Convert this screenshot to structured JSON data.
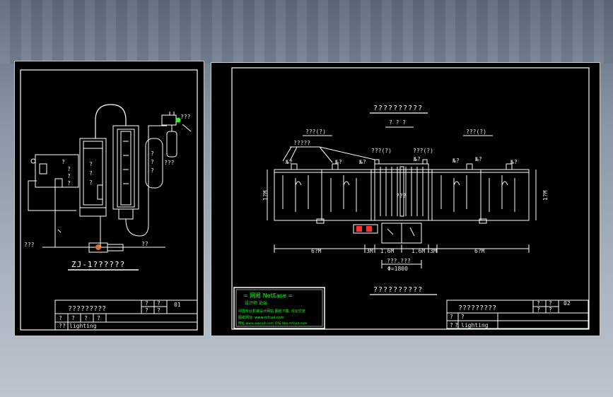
{
  "sheet1": {
    "title": "ZJ-1??????",
    "labels": {
      "top_right": "???",
      "tank_right": "???",
      "left_bottom": "???",
      "right_bottom": "??",
      "col1": "?",
      "col2": "?",
      "col3": "?",
      "col4": "?"
    },
    "titleblock": {
      "name": "?????????",
      "cell_a": "?",
      "cell_b": "?",
      "cell_c": "?",
      "cell_d": "?",
      "sheet_no": "01",
      "row2_a": "?",
      "row2_b": "?",
      "row2_c": "?",
      "row2_d": "?",
      "row3_a": "?",
      "row3_b": "?",
      "row3_c": "lighting"
    }
  },
  "sheet2": {
    "title_top": "??????????",
    "subtitle": "? ? ?",
    "left_label": "???(?)",
    "right_label": "???(?)",
    "callout": "?????",
    "tags": [
      "???(?)",
      "???(?)",
      "№?",
      "№?",
      "№?",
      "№?",
      "№?",
      "№?",
      "№?"
    ],
    "dim_height": "1?M",
    "dim_left": "6?M",
    "dim_right": "6?M",
    "dim_center_l": "1.6M",
    "dim_center_r": "1.6M",
    "dim_small_l": "3M",
    "dim_small_r": "3M",
    "dim_total_label": "???.???",
    "dim_total_value": "Φ=1800",
    "center_text": "???",
    "title_bottom": "??????????",
    "titleblock": {
      "name": "?????????",
      "cell_a": "?",
      "cell_b": "?",
      "cell_c": "?",
      "cell_d": "?",
      "sheet_no": "02",
      "row2_a": "?",
      "row2_b": "?",
      "row3_a": "?",
      "row3_b": "?",
      "row3_c": "lighting"
    },
    "brand": {
      "line1": "=  网易  NetEase  =",
      "line2": "设计师 论坛",
      "line3": "中国专业机械设计网站 图纸下载, 论坛交流",
      "line4": "图纸网址: www.mfcad.com",
      "line5": "网址 www.wwcad.com  论坛 bbs.mfcad.com"
    }
  },
  "colors": {
    "background_top": "#5d6b7b",
    "background_bottom": "#bcc4cd",
    "paper": "#000000",
    "line": "#ffffff",
    "accent_red": "#ff3030",
    "accent_green": "#22ff22"
  }
}
